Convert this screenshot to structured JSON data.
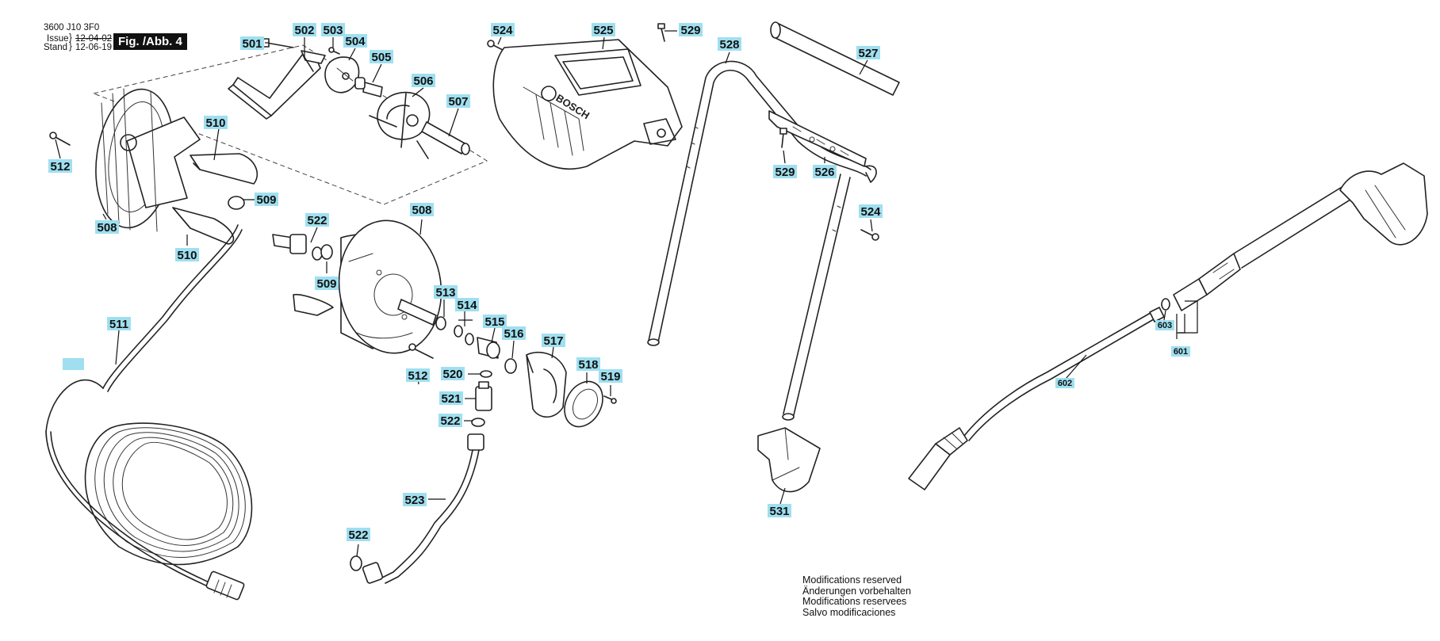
{
  "header": {
    "doc_number": "3600 J10 3F0",
    "issue_label": "Issue",
    "issue_date": "12-04-02",
    "stand_label": "Stand",
    "stand_date": "12-06-19",
    "figure_label": "Fig. /Abb. 4"
  },
  "callouts": {
    "c501": "501",
    "c502": "502",
    "c503": "503",
    "c504": "504",
    "c505": "505",
    "c506": "506",
    "c507": "507",
    "c508a": "508",
    "c508b": "508",
    "c509a": "509",
    "c509b": "509",
    "c510a": "510",
    "c510b": "510",
    "c511": "511",
    "c512a": "512",
    "c512b": "512",
    "c513": "513",
    "c514": "514",
    "c515": "515",
    "c516": "516",
    "c517": "517",
    "c518": "518",
    "c519": "519",
    "c520": "520",
    "c521": "521",
    "c522a": "522",
    "c522b": "522",
    "c522c": "522",
    "c523": "523",
    "c524a": "524",
    "c524b": "524",
    "c525": "525",
    "c526": "526",
    "c527": "527",
    "c528": "528",
    "c529a": "529",
    "c529b": "529",
    "c531": "531",
    "c601": "601",
    "c602": "602",
    "c603": "603"
  },
  "brand_on_part": "BOSCH",
  "modifications": [
    "Modifications reserved",
    "Änderungen vorbehalten",
    "Modifications reservees",
    "Salvo modificaciones"
  ],
  "colors": {
    "callout_fill": "#9fdff0",
    "figure_label_bg": "#111111"
  }
}
